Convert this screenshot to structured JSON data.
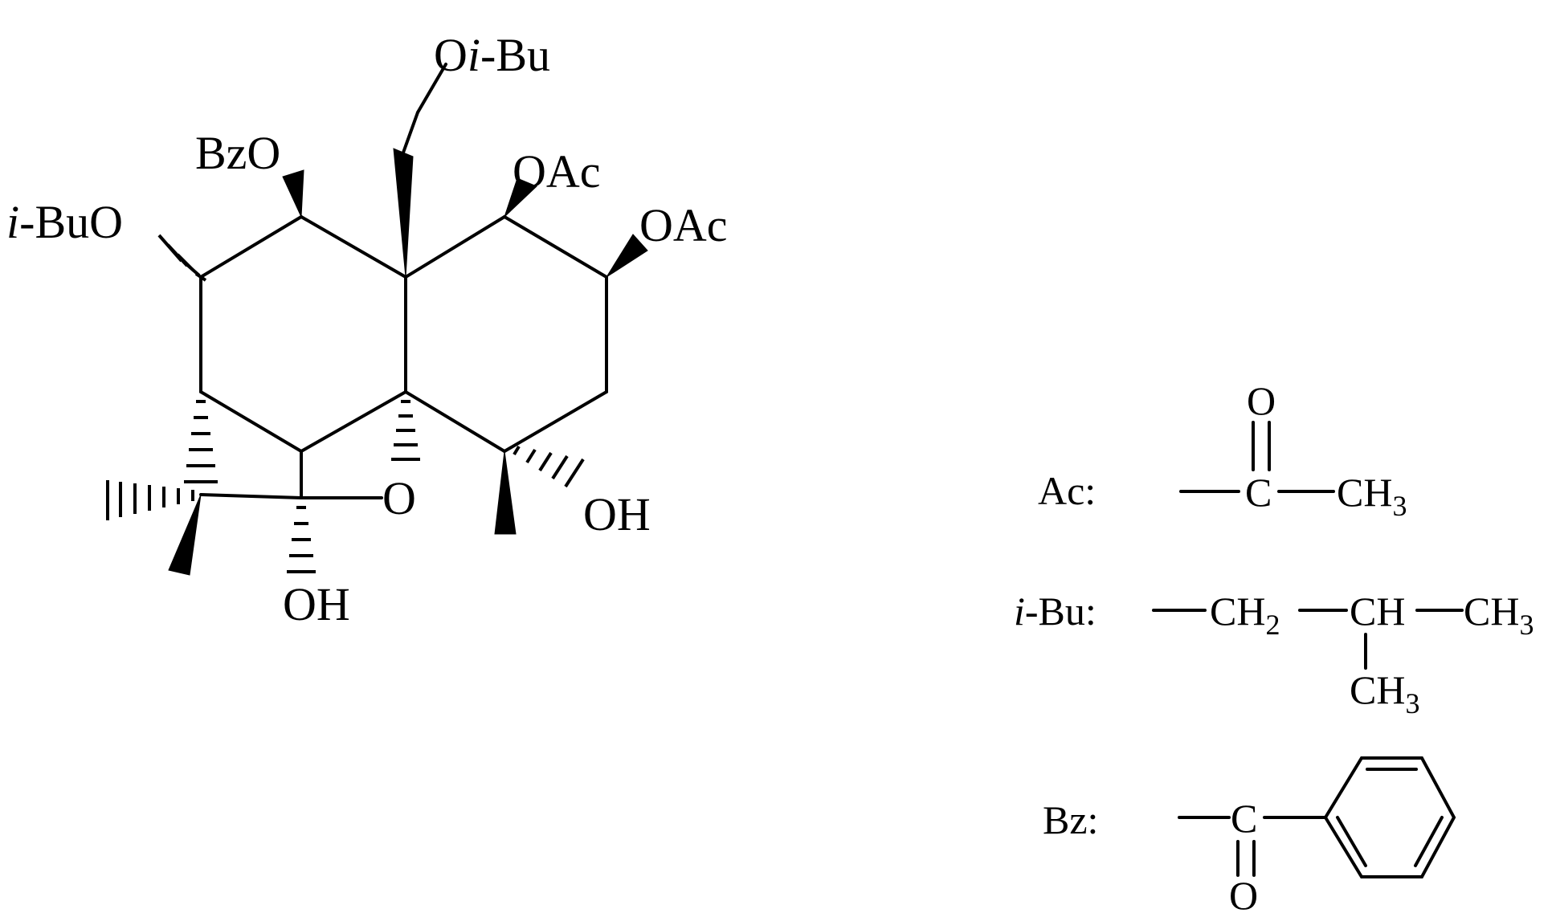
{
  "molecule": {
    "labels": {
      "oibu_top": {
        "prefix": "O",
        "italic": "i",
        "suffix": "-Bu"
      },
      "bzo": "BzO",
      "ibuo": {
        "italic": "i",
        "suffix": "-BuO"
      },
      "oac_1": "OAc",
      "oac_2": "OAc",
      "ring_o": "O",
      "oh_right": "OH",
      "oh_bottom": "OH"
    }
  },
  "legend": {
    "ac": {
      "label": "Ac:",
      "o": "O",
      "c": "C",
      "ch": "CH",
      "sub3": "3"
    },
    "ibu": {
      "label_italic": "i",
      "label_rest": "-Bu:",
      "ch2": "CH",
      "sub2": "2",
      "ch": "CH",
      "ch3_right": "CH",
      "ch3_right_sub": "3",
      "ch3_down": "CH",
      "ch3_down_sub": "3"
    },
    "bz": {
      "label": "Bz:",
      "c": "C",
      "o": "O"
    }
  }
}
